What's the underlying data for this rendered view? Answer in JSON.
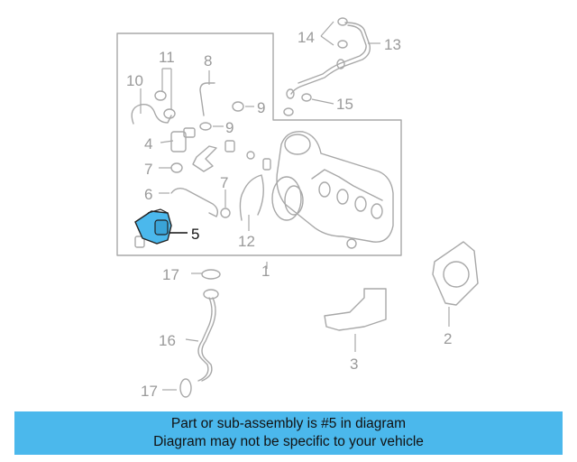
{
  "diagram": {
    "highlight_color": "#4bb8ec",
    "callouts": [
      {
        "id": "c1",
        "label": "1"
      },
      {
        "id": "c2",
        "label": "2"
      },
      {
        "id": "c3",
        "label": "3"
      },
      {
        "id": "c4",
        "label": "4"
      },
      {
        "id": "c5",
        "label": "5"
      },
      {
        "id": "c6",
        "label": "6"
      },
      {
        "id": "c7a",
        "label": "7"
      },
      {
        "id": "c7b",
        "label": "7"
      },
      {
        "id": "c8",
        "label": "8"
      },
      {
        "id": "c9a",
        "label": "9"
      },
      {
        "id": "c9b",
        "label": "9"
      },
      {
        "id": "c10",
        "label": "10"
      },
      {
        "id": "c11",
        "label": "11"
      },
      {
        "id": "c12",
        "label": "12"
      },
      {
        "id": "c13",
        "label": "13"
      },
      {
        "id": "c14",
        "label": "14"
      },
      {
        "id": "c15",
        "label": "15"
      },
      {
        "id": "c16",
        "label": "16"
      },
      {
        "id": "c17a",
        "label": "17"
      },
      {
        "id": "c17b",
        "label": "17"
      }
    ]
  },
  "banner": {
    "background": "#4bb8ec",
    "line1": "Part or sub-assembly is #5 in diagram",
    "line2": "Diagram may not be specific to your vehicle"
  }
}
